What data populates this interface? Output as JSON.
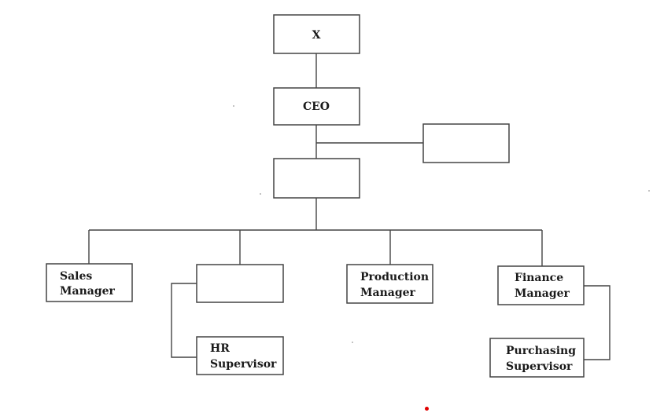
{
  "org_chart": {
    "top_box": "X",
    "ceo_box": "CEO",
    "side_box": "",
    "mid_box": "",
    "sales": [
      "Sales",
      "Manager"
    ],
    "blank_manager": "",
    "hr": [
      "HR",
      "Supervisor"
    ],
    "production": [
      "Production",
      "Manager"
    ],
    "finance": [
      "Finance",
      "Manager"
    ],
    "purchasing": [
      "Purchasing",
      "Supervisor"
    ]
  },
  "colors": {
    "line": "#444444",
    "text": "#1a1a1a",
    "dot": "#e00000"
  }
}
